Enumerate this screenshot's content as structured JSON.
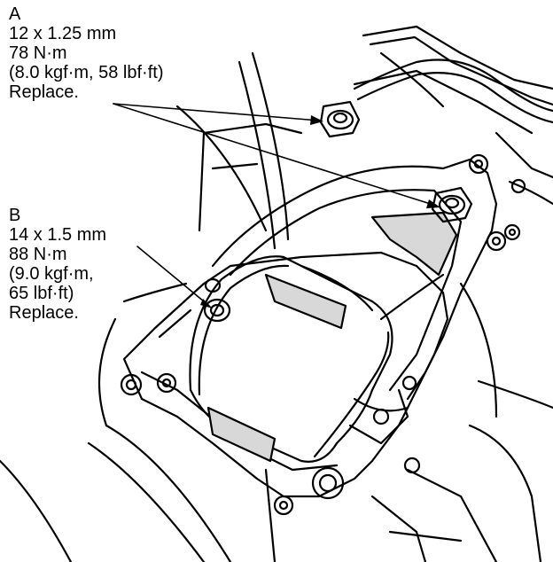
{
  "callouts": {
    "a": {
      "letter": "A",
      "size": "12 x 1.25 mm",
      "torque_nm": "78 N·m",
      "torque_alt": "(8.0 kgf·m, 58 lbf·ft)",
      "note": "Replace."
    },
    "b": {
      "letter": "B",
      "size": "14 x 1.5 mm",
      "torque_nm": "88 N·m",
      "torque_alt_line1": "(9.0 kgf·m,",
      "torque_alt_line2": "65 lbf·ft)",
      "note": "Replace."
    }
  },
  "colors": {
    "ink": "#000000",
    "paper": "#ffffff",
    "shade": "#d8d8d8"
  }
}
